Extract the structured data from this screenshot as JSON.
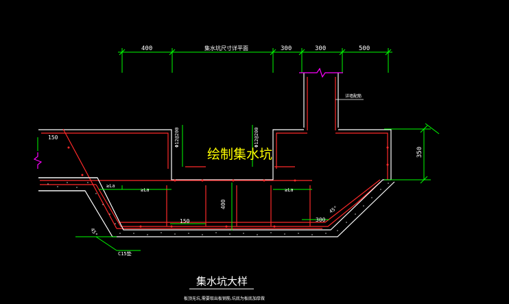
{
  "drawing": {
    "overlay_title": "绘制集水坑",
    "main_title": "集水坑大样",
    "subtitle_note": "板顶无坑,需要取出板钢筋,坑底为板底加厚做",
    "colors": {
      "background": "#000000",
      "dim_line": "#00ff00",
      "rebar": "#ff2a2a",
      "outline": "#ffffff",
      "cut_mark": "#ff00ff",
      "title_overlay": "#ffff00"
    }
  },
  "dimensions": {
    "top": [
      "400",
      "集水坑尺寸详平面",
      "300",
      "300",
      "500"
    ],
    "right": "350",
    "center": "400",
    "bottom": "150",
    "left_top": "150",
    "pit_bottom": "300"
  },
  "rebar_labels": {
    "left_vertical": "Φ12@200",
    "right_vertical": "Φ12@200",
    "la_1": "≥La",
    "la_2": "≥La",
    "la_3": "≥La"
  },
  "annotations": {
    "wall_rebar": "详墙配筋",
    "concrete": "C15垫",
    "angle_left": "45°",
    "angle_right": "45°"
  }
}
